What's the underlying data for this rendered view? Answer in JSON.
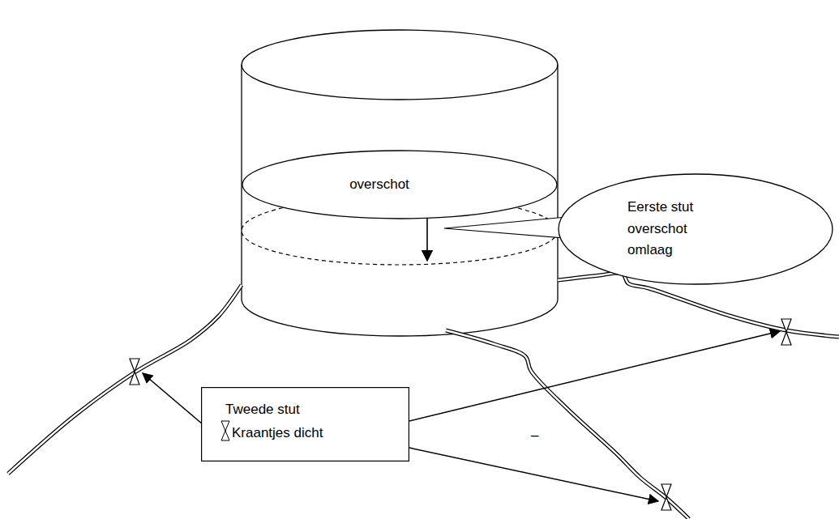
{
  "diagram": {
    "nodes": [
      {
        "text": [
          "overschot"
        ]
      },
      {
        "text": [
          "Eerste stut overschot omlaag"
        ]
      },
      {
        "text": [
          "Tweede stut",
          "Kraantjes dicht"
        ]
      }
    ],
    "labels": [
      "–"
    ]
  }
}
